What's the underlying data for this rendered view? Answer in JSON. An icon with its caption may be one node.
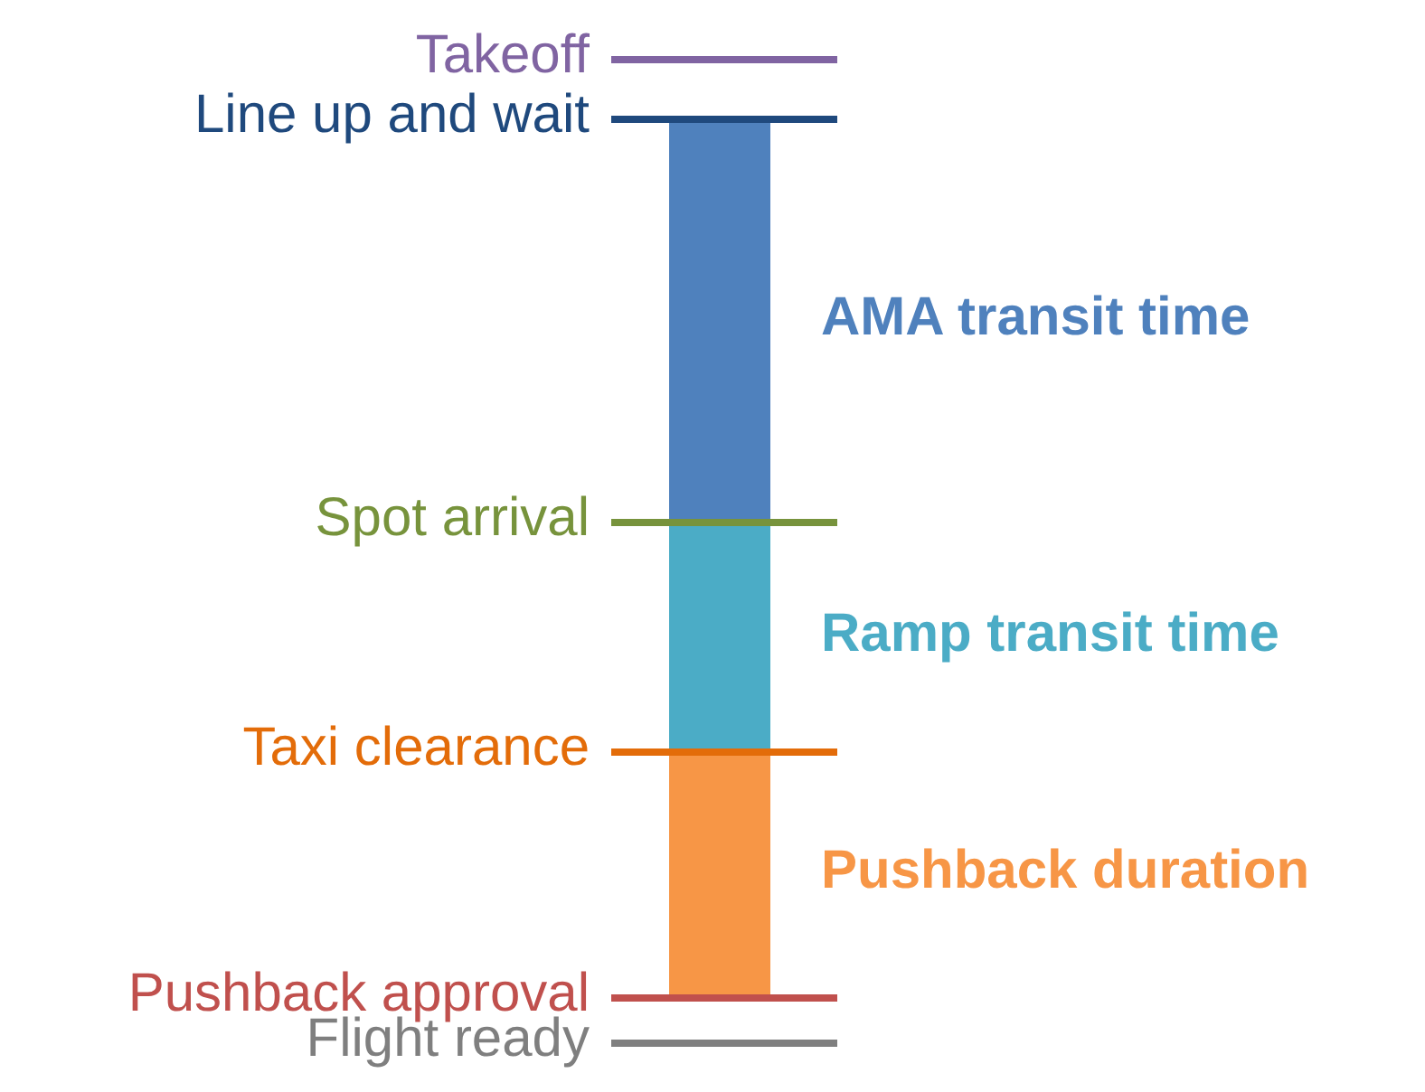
{
  "diagram": {
    "labels": [
      "Takeoff",
      "Line up and wait",
      "AMA transit time",
      "Spot arrival",
      "Ramp transit time",
      "Taxi clearance",
      "Pushback duration",
      "Pushback approval",
      "Flight ready"
    ]
  }
}
